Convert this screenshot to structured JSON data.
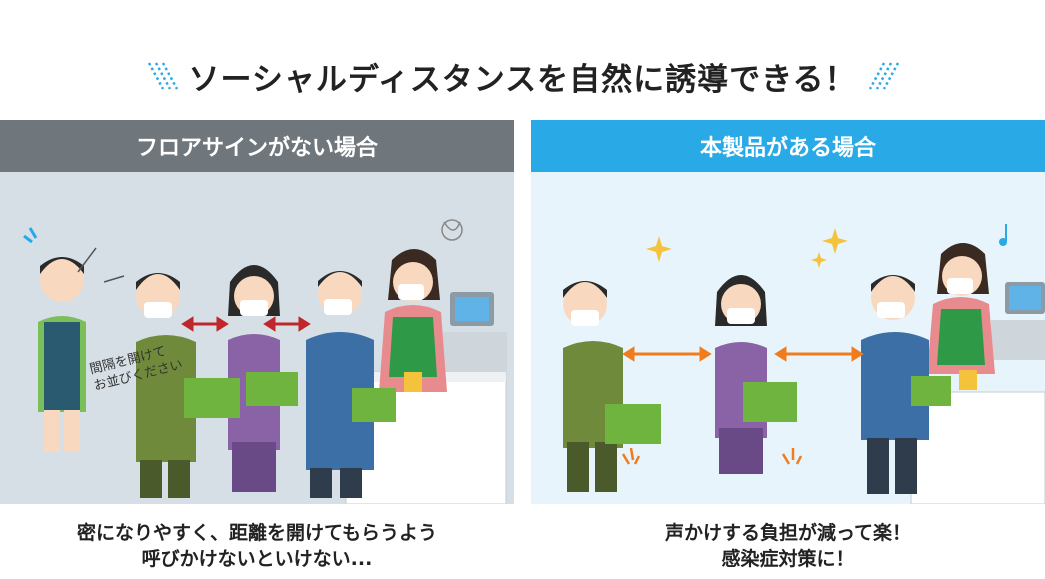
{
  "title": "ソーシャルディスタンスを自然に誘導できる！",
  "left_panel": {
    "header": "フロアサインがない場合",
    "speech_line1": "間隔を開けて",
    "speech_line2": "お並びください",
    "caption_line1": "密になりやすく、距離を開けてもらうよう",
    "caption_line2": "呼びかけないといけない..."
  },
  "right_panel": {
    "header": "本製品がある場合",
    "caption_line1": "声かけする負担が減って楽！",
    "caption_line2": "感染症対策に！"
  },
  "colors": {
    "left_header": "#6f777c",
    "right_header": "#29a9e6",
    "arrow_left": "#c0272d",
    "arrow_right": "#f07c1e",
    "floor_sign": "#2f8fd6"
  },
  "icons": [
    "title-slash-decoration-icon",
    "double-arrow-icon",
    "sparkle-icon",
    "music-note-icon",
    "floor-sign-icon"
  ]
}
